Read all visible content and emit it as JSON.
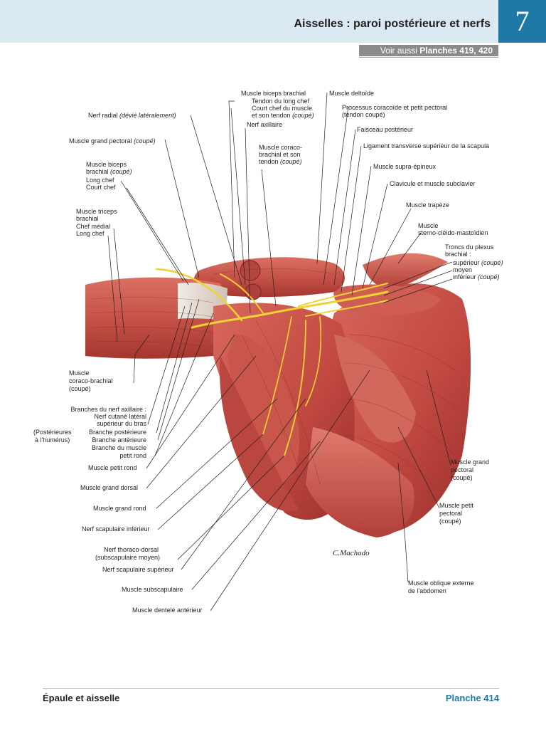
{
  "header": {
    "title": "Aisselles : paroi postérieure et nerfs",
    "plate_number": "7",
    "see_also_prefix": "Voir aussi",
    "see_also_refs": "Planches 419, 420"
  },
  "colors": {
    "header_band": "#dbe9f3",
    "accent_blue": "#1f79a8",
    "muscle_red": "#c8524a",
    "muscle_dark": "#9b2f2b",
    "nerve_yellow": "#f2d233",
    "tendon_white": "#e8dfd6"
  },
  "signature": "C.Machado",
  "labels": {
    "biceps_brachial_top": "Muscle biceps brachial",
    "tendon_long_chef": "Tendon du long chef",
    "court_chef_muscle": "Court chef du muscle",
    "court_chef_tendon": "et son tendon",
    "court_chef_tendon_it": "(coupé)",
    "deltoide": "Muscle deltoïde",
    "processus": "Processus coracoïde et petit pectoral",
    "processus_it": "(tendon coupé)",
    "nerf_radial": "Nerf radial",
    "nerf_radial_it": "(dévié latéralement)",
    "nerf_axillaire": "Nerf axillaire",
    "faisceau_post": "Faisceau postérieur",
    "grand_pectoral_top": "Muscle grand pectoral",
    "grand_pectoral_top_it": "(coupé)",
    "coraco_1": "Muscle coraco-",
    "coraco_2": "brachial et son",
    "coraco_3": "tendon",
    "coraco_3_it": "(coupé)",
    "ligament": "Ligament transverse supérieur de la scapula",
    "biceps_1": "Muscle biceps",
    "biceps_2": "brachial",
    "biceps_2_it": "(coupé)",
    "biceps_3": "Long chef",
    "biceps_4": "Court chef",
    "supra_epineux": "Muscle supra-épineux",
    "clavicule": "Clavicule et muscle subclavier",
    "trapeze": "Muscle trapèze",
    "triceps_1": "Muscle triceps",
    "triceps_2": "brachial",
    "triceps_3": "Chef médial",
    "triceps_4": "Long chef",
    "sterno_1": "Muscle",
    "sterno_2": "sterno-cléido-mastoïdien",
    "troncs_1": "Troncs du plexus",
    "troncs_2": "brachial :",
    "troncs_3": "supérieur",
    "troncs_3_it": "(coupé)",
    "troncs_4": "moyen",
    "troncs_5": "inférieur",
    "troncs_5_it": "(coupé)",
    "coraco_b_1": "Muscle",
    "coraco_b_2": "coraco-brachial",
    "coraco_b_3": "(coupé)",
    "branches_title": "Branches du nerf axillaire :",
    "branches_1": "Nerf cutané latéral",
    "branches_2": "supérieur du bras",
    "post_hum_1": "(Postérieures",
    "post_hum_2": "à l'humérus)",
    "branche_post": "Branche postérieure",
    "branche_ant": "Branche antérieure",
    "branche_pr_1": "Branche du muscle",
    "branche_pr_2": "petit rond",
    "petit_rond": "Muscle petit rond",
    "grand_dorsal": "Muscle grand dorsal",
    "grand_rond": "Muscle grand rond",
    "scap_inf": "Nerf scapulaire inférieur",
    "thoraco_1": "Nerf thoraco-dorsal",
    "thoraco_2": "(subscapulaire moyen)",
    "scap_sup": "Nerf scapulaire supérieur",
    "subscap": "Muscle subscapulaire",
    "dentele": "Muscle dentelé antérieur",
    "gp_r_1": "Muscle grand",
    "gp_r_2": "pectoral",
    "gp_r_3": "(coupé)",
    "pp_r_1": "Muscle petit",
    "pp_r_2": "pectoral",
    "pp_r_3": "(coupé)",
    "oblique_1": "Muscle oblique externe",
    "oblique_2": "de l'abdomen"
  },
  "footer": {
    "section": "Épaule et aisselle",
    "plate": "Planche 414"
  }
}
